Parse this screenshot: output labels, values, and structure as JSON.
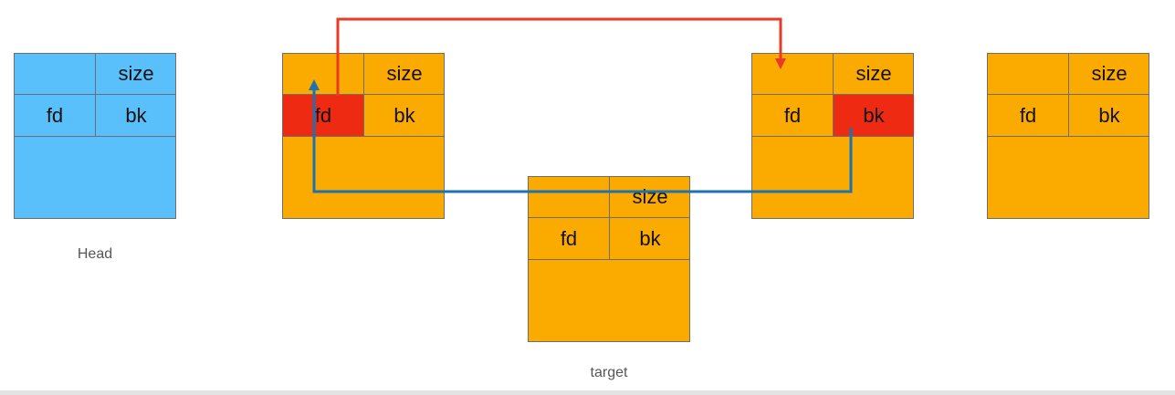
{
  "diagram": {
    "cell_labels": {
      "size": "size",
      "fd": "fd",
      "bk": "bk"
    },
    "captions": {
      "head": "Head",
      "target": "target"
    },
    "colors": {
      "head_fill": "#5ac0fb",
      "chunk_fill": "#fbab00",
      "highlight_fill": "#ef2a12",
      "red_arrow": "#e83a26",
      "blue_arrow": "#1f72b0"
    }
  }
}
